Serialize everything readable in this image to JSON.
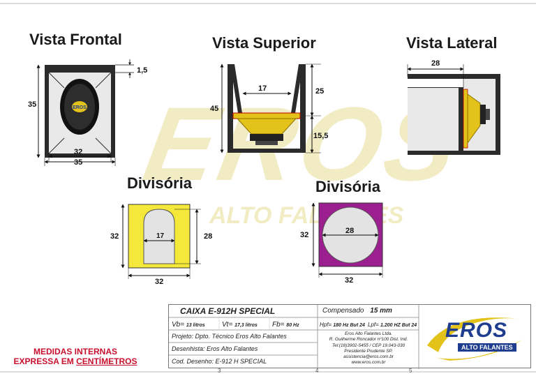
{
  "watermark": {
    "brand": "EROS",
    "tagline": "ALTO FALANTES"
  },
  "views": {
    "front": {
      "title": "Vista Frontal",
      "dim_top": "1,5",
      "dim_height": "35",
      "dim_inner": "32",
      "dim_outer": "35"
    },
    "top": {
      "title": "Vista Superior",
      "dim_opening": "17",
      "dim_height": "45",
      "dim_upper": "25",
      "dim_lower": "15,5"
    },
    "side": {
      "title": "Vista Lateral",
      "dim_depth": "28"
    }
  },
  "divisions": [
    {
      "title": "Divisória",
      "height": "32",
      "width": "32",
      "opening_width": "17",
      "opening_height": "28",
      "color": "#f4e93a"
    },
    {
      "title": "Divisória",
      "height": "32",
      "width": "32",
      "circle_diameter": "28",
      "color": "#9b1f8f"
    }
  ],
  "note": {
    "line1": "MEDIDAS INTERNAS",
    "line2_prefix": "EXPRESSA EM ",
    "line2_underlined": "CENTÍMETROS"
  },
  "title_block": {
    "project": "CAIXA E-912H SPECIAL",
    "vb_label": "Vb=",
    "vb_value": "13 litros",
    "vt_label": "Vt=",
    "vt_value": "17,3 litros",
    "fb_label": "Fb=",
    "fb_value": "80 Hz",
    "compensado_label": "Compensado",
    "compensado_value": "15 mm",
    "hpf_label": "Hpf=",
    "hpf_value": "180 Hz But 24",
    "lpf_label": "Lpf=",
    "lpf_value": "1.200 HZ But 24",
    "projeto": "Projeto: Dpto. Técnico Eros Alto Falantes",
    "desenhista": "Desenhista:  Eros Alto Falantes",
    "codigo": "Cod. Desenho: E-912 H SPECIAL",
    "company": [
      "Eros Alto Falantes Ltda.",
      "R. Guilherme Roncador nº100 Dist. Ind.",
      "Tel:(18)3902-5455 / CEP 19.043-030",
      "Presidente Prudente SP.",
      "assistencia@eros.com.br",
      "www.eros.com.br"
    ],
    "logo_text": "EROS",
    "logo_sub": "ALTO FALANTES",
    "grid_numbers": [
      "3",
      "4",
      "5"
    ]
  },
  "colors": {
    "wood": "#2b2b2b",
    "panel": "#e9e9e9",
    "woofer": "#e3c21a",
    "accent_red": "#c8102e",
    "brand_blue": "#1e3d8f"
  }
}
